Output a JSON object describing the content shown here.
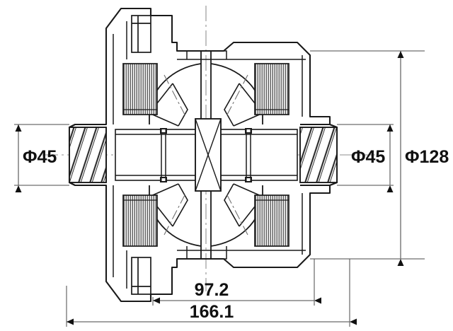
{
  "drawing": {
    "title": "Differential assembly cross-section",
    "type": "engineering-cross-section",
    "background_color": "#ffffff",
    "line_color": "#1a1a1a",
    "centerline_color": "#8a8a8a",
    "hatch_color": "#3a3a3a"
  },
  "dimensions": {
    "left_bore": {
      "label": "Φ45",
      "value": 45,
      "unit": "mm",
      "symbol": "diameter",
      "orientation": "vertical",
      "position": "left"
    },
    "right_bore": {
      "label": "Φ45",
      "value": 45,
      "unit": "mm",
      "symbol": "diameter",
      "orientation": "vertical",
      "position": "right-inner"
    },
    "outer_diameter": {
      "label": "Φ128",
      "value": 128,
      "unit": "mm",
      "symbol": "diameter",
      "orientation": "vertical",
      "position": "right-outer"
    },
    "inner_length": {
      "label": "97.2",
      "value": 97.2,
      "unit": "mm",
      "orientation": "horizontal",
      "position": "bottom-upper"
    },
    "overall_length": {
      "label": "166.1",
      "value": 166.1,
      "unit": "mm",
      "orientation": "horizontal",
      "position": "bottom-lower"
    }
  },
  "components": {
    "housing": "differential-case",
    "left_stub": "splined-axle-stub-left",
    "right_stub": "splined-axle-stub-right",
    "side_gears": "bevel-side-gears",
    "pinion_gears": "bevel-pinion-gears",
    "cross_pin": "spider-cross-pin",
    "ring_gear_flange": "ring-gear-mounting-flange"
  }
}
